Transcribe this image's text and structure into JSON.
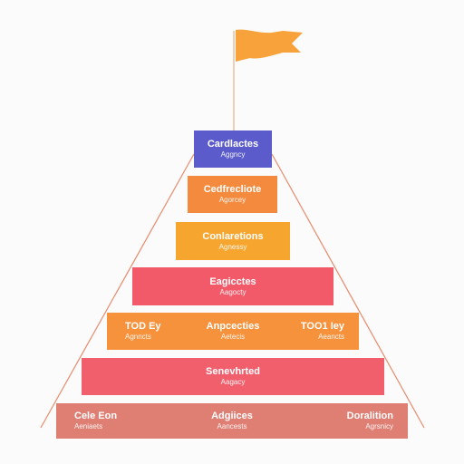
{
  "colors": {
    "flag": "#f7a23a",
    "pole": "#e6b089",
    "outline": "#e98a6c",
    "tier1": "#5b5bcc",
    "tier2": "#f48a3e",
    "tier3": "#f6a52f",
    "tier4": "#f25a6a",
    "tier5": "#f6913c",
    "tier6": "#f15f6d",
    "tier7": "#df7e73"
  },
  "pyramid": {
    "tiers": [
      {
        "title": "Cardlactes",
        "sub": "Aggncy"
      },
      {
        "title": "Cedfrecliote",
        "sub": "Agorcey"
      },
      {
        "title": "Conlaretions",
        "sub": "Agnessy"
      },
      {
        "title": "Eagicctes",
        "sub": "Aagocty"
      },
      {
        "left": {
          "title": "TOD Ey",
          "sub": "Agnncts"
        },
        "center": {
          "title": "Anpcecties",
          "sub": "Aetecis"
        },
        "right": {
          "title": "TOO1 Iey",
          "sub": "Aeancts"
        }
      },
      {
        "title": "Senevhrted",
        "sub": "Aagacy"
      },
      {
        "left": {
          "title": "Cele Eon",
          "sub": "Aeniaets"
        },
        "center": {
          "title": "Adgiices",
          "sub": "Aancests"
        },
        "right": {
          "title": "Doralition",
          "sub": "Agrsnicy"
        }
      }
    ]
  }
}
